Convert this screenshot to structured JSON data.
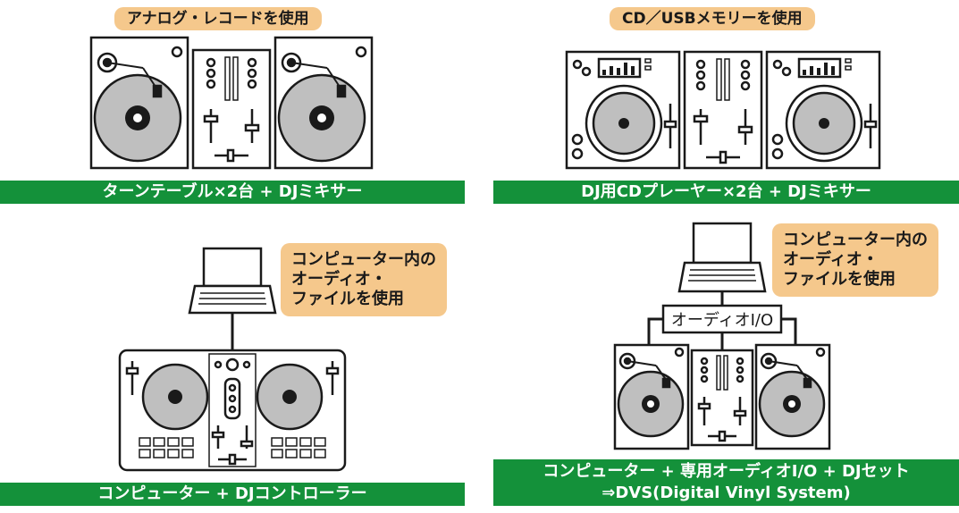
{
  "panels": {
    "analog": {
      "label": "アナログ・レコードを使用",
      "caption": "ターンテーブル×2台 + DJミキサー"
    },
    "cd_usb": {
      "label": "CD／USBメモリーを使用",
      "caption": "DJ用CDプレーヤー×2台 + DJミキサー"
    },
    "controller": {
      "callout": [
        "コンピューター内の",
        "オーディオ・",
        "ファイルを使用"
      ],
      "caption": "コンピューター + DJコントローラー"
    },
    "dvs": {
      "callout": [
        "コンピューター内の",
        "オーディオ・",
        "ファイルを使用"
      ],
      "audio_io_label": "オーディオI/O",
      "caption_line1": "コンピューター + 専用オーディオI/O + DJセット",
      "caption_line2": "⇒DVS(Digital Vinyl System)"
    }
  },
  "colors": {
    "label_bg": "#f5c88c",
    "caption_bg": "#14913a",
    "platter": "#bfbfbf",
    "line": "#1a1a1a"
  }
}
